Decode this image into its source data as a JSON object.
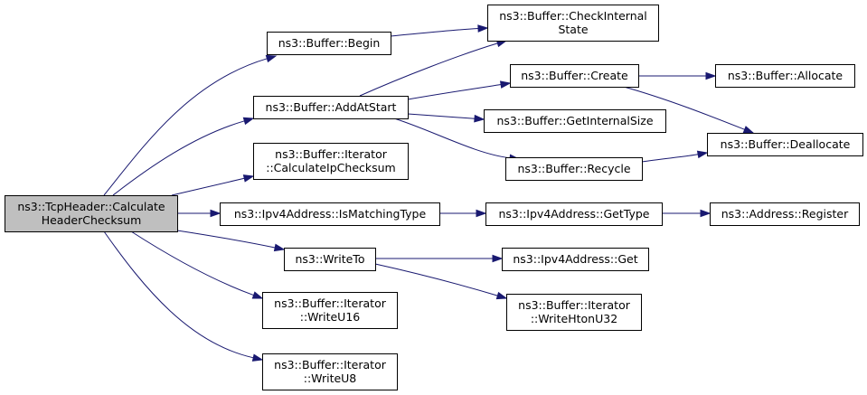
{
  "graph": {
    "nodes": [
      {
        "id": "calc",
        "lines": [
          "ns3::TcpHeader::Calculate",
          "HeaderChecksum"
        ],
        "root": true
      },
      {
        "id": "begin",
        "lines": [
          "ns3::Buffer::Begin"
        ]
      },
      {
        "id": "addatstart",
        "lines": [
          "ns3::Buffer::AddAtStart"
        ]
      },
      {
        "id": "calcip",
        "lines": [
          "ns3::Buffer::Iterator",
          "::CalculateIpChecksum"
        ]
      },
      {
        "id": "ismatching",
        "lines": [
          "ns3::Ipv4Address::IsMatchingType"
        ]
      },
      {
        "id": "writeto",
        "lines": [
          "ns3::WriteTo"
        ]
      },
      {
        "id": "writeu16",
        "lines": [
          "ns3::Buffer::Iterator",
          "::WriteU16"
        ]
      },
      {
        "id": "writeu8",
        "lines": [
          "ns3::Buffer::Iterator",
          "::WriteU8"
        ]
      },
      {
        "id": "checkinternal",
        "lines": [
          "ns3::Buffer::CheckInternal",
          "State"
        ]
      },
      {
        "id": "create",
        "lines": [
          "ns3::Buffer::Create"
        ]
      },
      {
        "id": "getinternalsize",
        "lines": [
          "ns3::Buffer::GetInternalSize"
        ]
      },
      {
        "id": "recycle",
        "lines": [
          "ns3::Buffer::Recycle"
        ]
      },
      {
        "id": "gettype",
        "lines": [
          "ns3::Ipv4Address::GetType"
        ]
      },
      {
        "id": "get",
        "lines": [
          "ns3::Ipv4Address::Get"
        ]
      },
      {
        "id": "writehtonu32",
        "lines": [
          "ns3::Buffer::Iterator",
          "::WriteHtonU32"
        ]
      },
      {
        "id": "allocate",
        "lines": [
          "ns3::Buffer::Allocate"
        ]
      },
      {
        "id": "deallocate",
        "lines": [
          "ns3::Buffer::Deallocate"
        ]
      },
      {
        "id": "register",
        "lines": [
          "ns3::Address::Register"
        ]
      }
    ],
    "edges": [
      [
        "calc",
        "begin"
      ],
      [
        "calc",
        "addatstart"
      ],
      [
        "calc",
        "calcip"
      ],
      [
        "calc",
        "ismatching"
      ],
      [
        "calc",
        "writeto"
      ],
      [
        "calc",
        "writeu16"
      ],
      [
        "calc",
        "writeu8"
      ],
      [
        "begin",
        "checkinternal"
      ],
      [
        "addatstart",
        "checkinternal"
      ],
      [
        "addatstart",
        "create"
      ],
      [
        "addatstart",
        "getinternalsize"
      ],
      [
        "addatstart",
        "recycle"
      ],
      [
        "create",
        "allocate"
      ],
      [
        "create",
        "deallocate"
      ],
      [
        "recycle",
        "deallocate"
      ],
      [
        "ismatching",
        "gettype"
      ],
      [
        "gettype",
        "register"
      ],
      [
        "writeto",
        "get"
      ],
      [
        "writeto",
        "writehtonu32"
      ]
    ],
    "colors": {
      "edge": "#191970",
      "root_fill": "#bfbfbf",
      "node_fill": "#ffffff",
      "border": "#000000"
    }
  }
}
